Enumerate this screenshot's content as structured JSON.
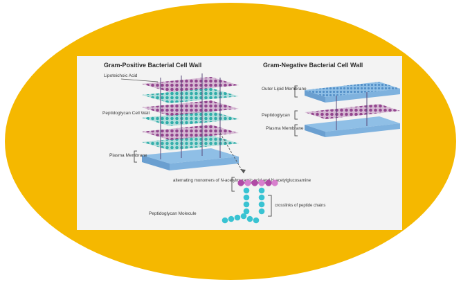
{
  "colors": {
    "background_oval": "#f5b800",
    "panel": "#f2f2f2",
    "teal_layer": "#3fb6b2",
    "purple_layer": "#a0529a",
    "blue_membrane": "#7fb2de",
    "lipid_teal": "#39c3d2",
    "pink_molecule": "#b04aa6",
    "label_text": "#3a3a3a"
  },
  "left_panel": {
    "title": "Gram-Positive Bacterial Cell Wall",
    "labels": {
      "teichoic_acid": "Lipoteichoic Acid",
      "peptidoglycan_wall": "Peptidoglycan Cell Wall",
      "plasma_membrane": "Plasma Membrane"
    },
    "callout": "alternating monomers of N-acetylmuramic acid and N-acetylglucosamine",
    "molecule_label": "Peptidoglycan Molecule",
    "crosslink_label": "crosslinks of peptide chains"
  },
  "right_panel": {
    "title": "Gram-Negative Bacterial Cell Wall",
    "labels": {
      "outer_membrane": "Outer Lipid Membrane",
      "peptidoglycan": "Peptidoglycan",
      "plasma_membrane": "Plasma Membrane"
    }
  }
}
